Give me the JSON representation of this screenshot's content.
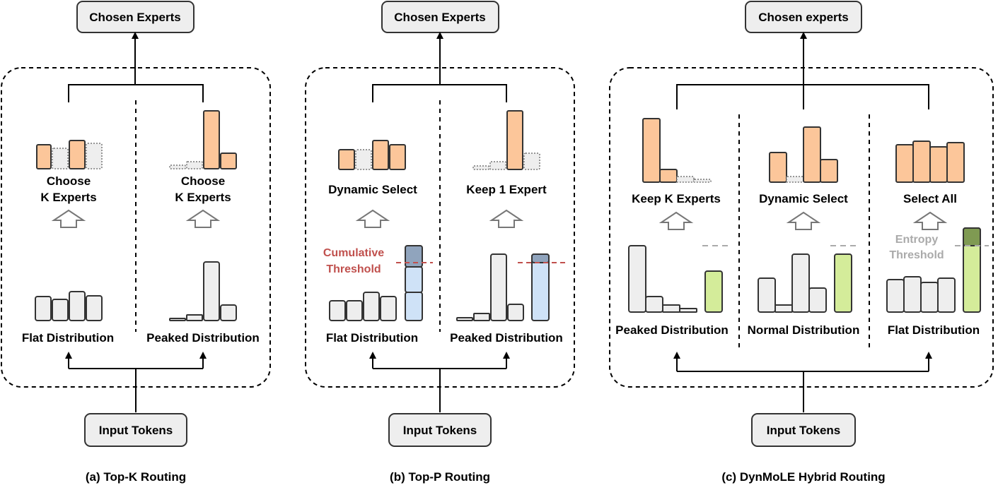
{
  "colors": {
    "expert_fill": "#fcc69a",
    "expert_stroke": "#333333",
    "dropped_fill": "#eeeeee",
    "prob_fill": "#eeeeee",
    "cum_fill": "#cfe2f7",
    "cum_top_fill": "#90a4bd",
    "entropy_fill": "#d4ec9a",
    "entropy_top_fill": "#7f9a52",
    "threshold_red": "#c0504d",
    "threshold_grey": "#aaaaaa",
    "box_fill": "#eeeeee"
  },
  "panels": [
    {
      "top_box": "Chosen Experts",
      "bottom_box": "Input Tokens",
      "caption": "(a) Top-K Routing",
      "columns": [
        {
          "action_lines": [
            "Choose",
            "K Experts"
          ],
          "dist_label": "Flat Distribution"
        },
        {
          "action_lines": [
            "Choose",
            "K Experts"
          ],
          "dist_label": "Peaked Distribution"
        }
      ]
    },
    {
      "top_box": "Chosen Experts",
      "bottom_box": "Input Tokens",
      "caption": "(b) Top-P Routing",
      "threshold_lines": [
        "Cumulative",
        "Threshold"
      ],
      "columns": [
        {
          "action_lines": [
            "Dynamic Select"
          ],
          "dist_label": "Flat Distribution"
        },
        {
          "action_lines": [
            "Keep 1 Expert"
          ],
          "dist_label": "Peaked Distribution"
        }
      ]
    },
    {
      "top_box": "Chosen experts",
      "bottom_box": "Input Tokens",
      "caption": "(c) DynMoLE Hybrid Routing",
      "threshold_lines": [
        "Entropy",
        "Threshold"
      ],
      "columns": [
        {
          "action_lines": [
            "Keep K Experts"
          ],
          "dist_label": "Peaked Distribution"
        },
        {
          "action_lines": [
            "Dynamic Select"
          ],
          "dist_label": "Normal Distribution"
        },
        {
          "action_lines": [
            "Select All"
          ],
          "dist_label": "Flat Distribution"
        }
      ]
    }
  ]
}
